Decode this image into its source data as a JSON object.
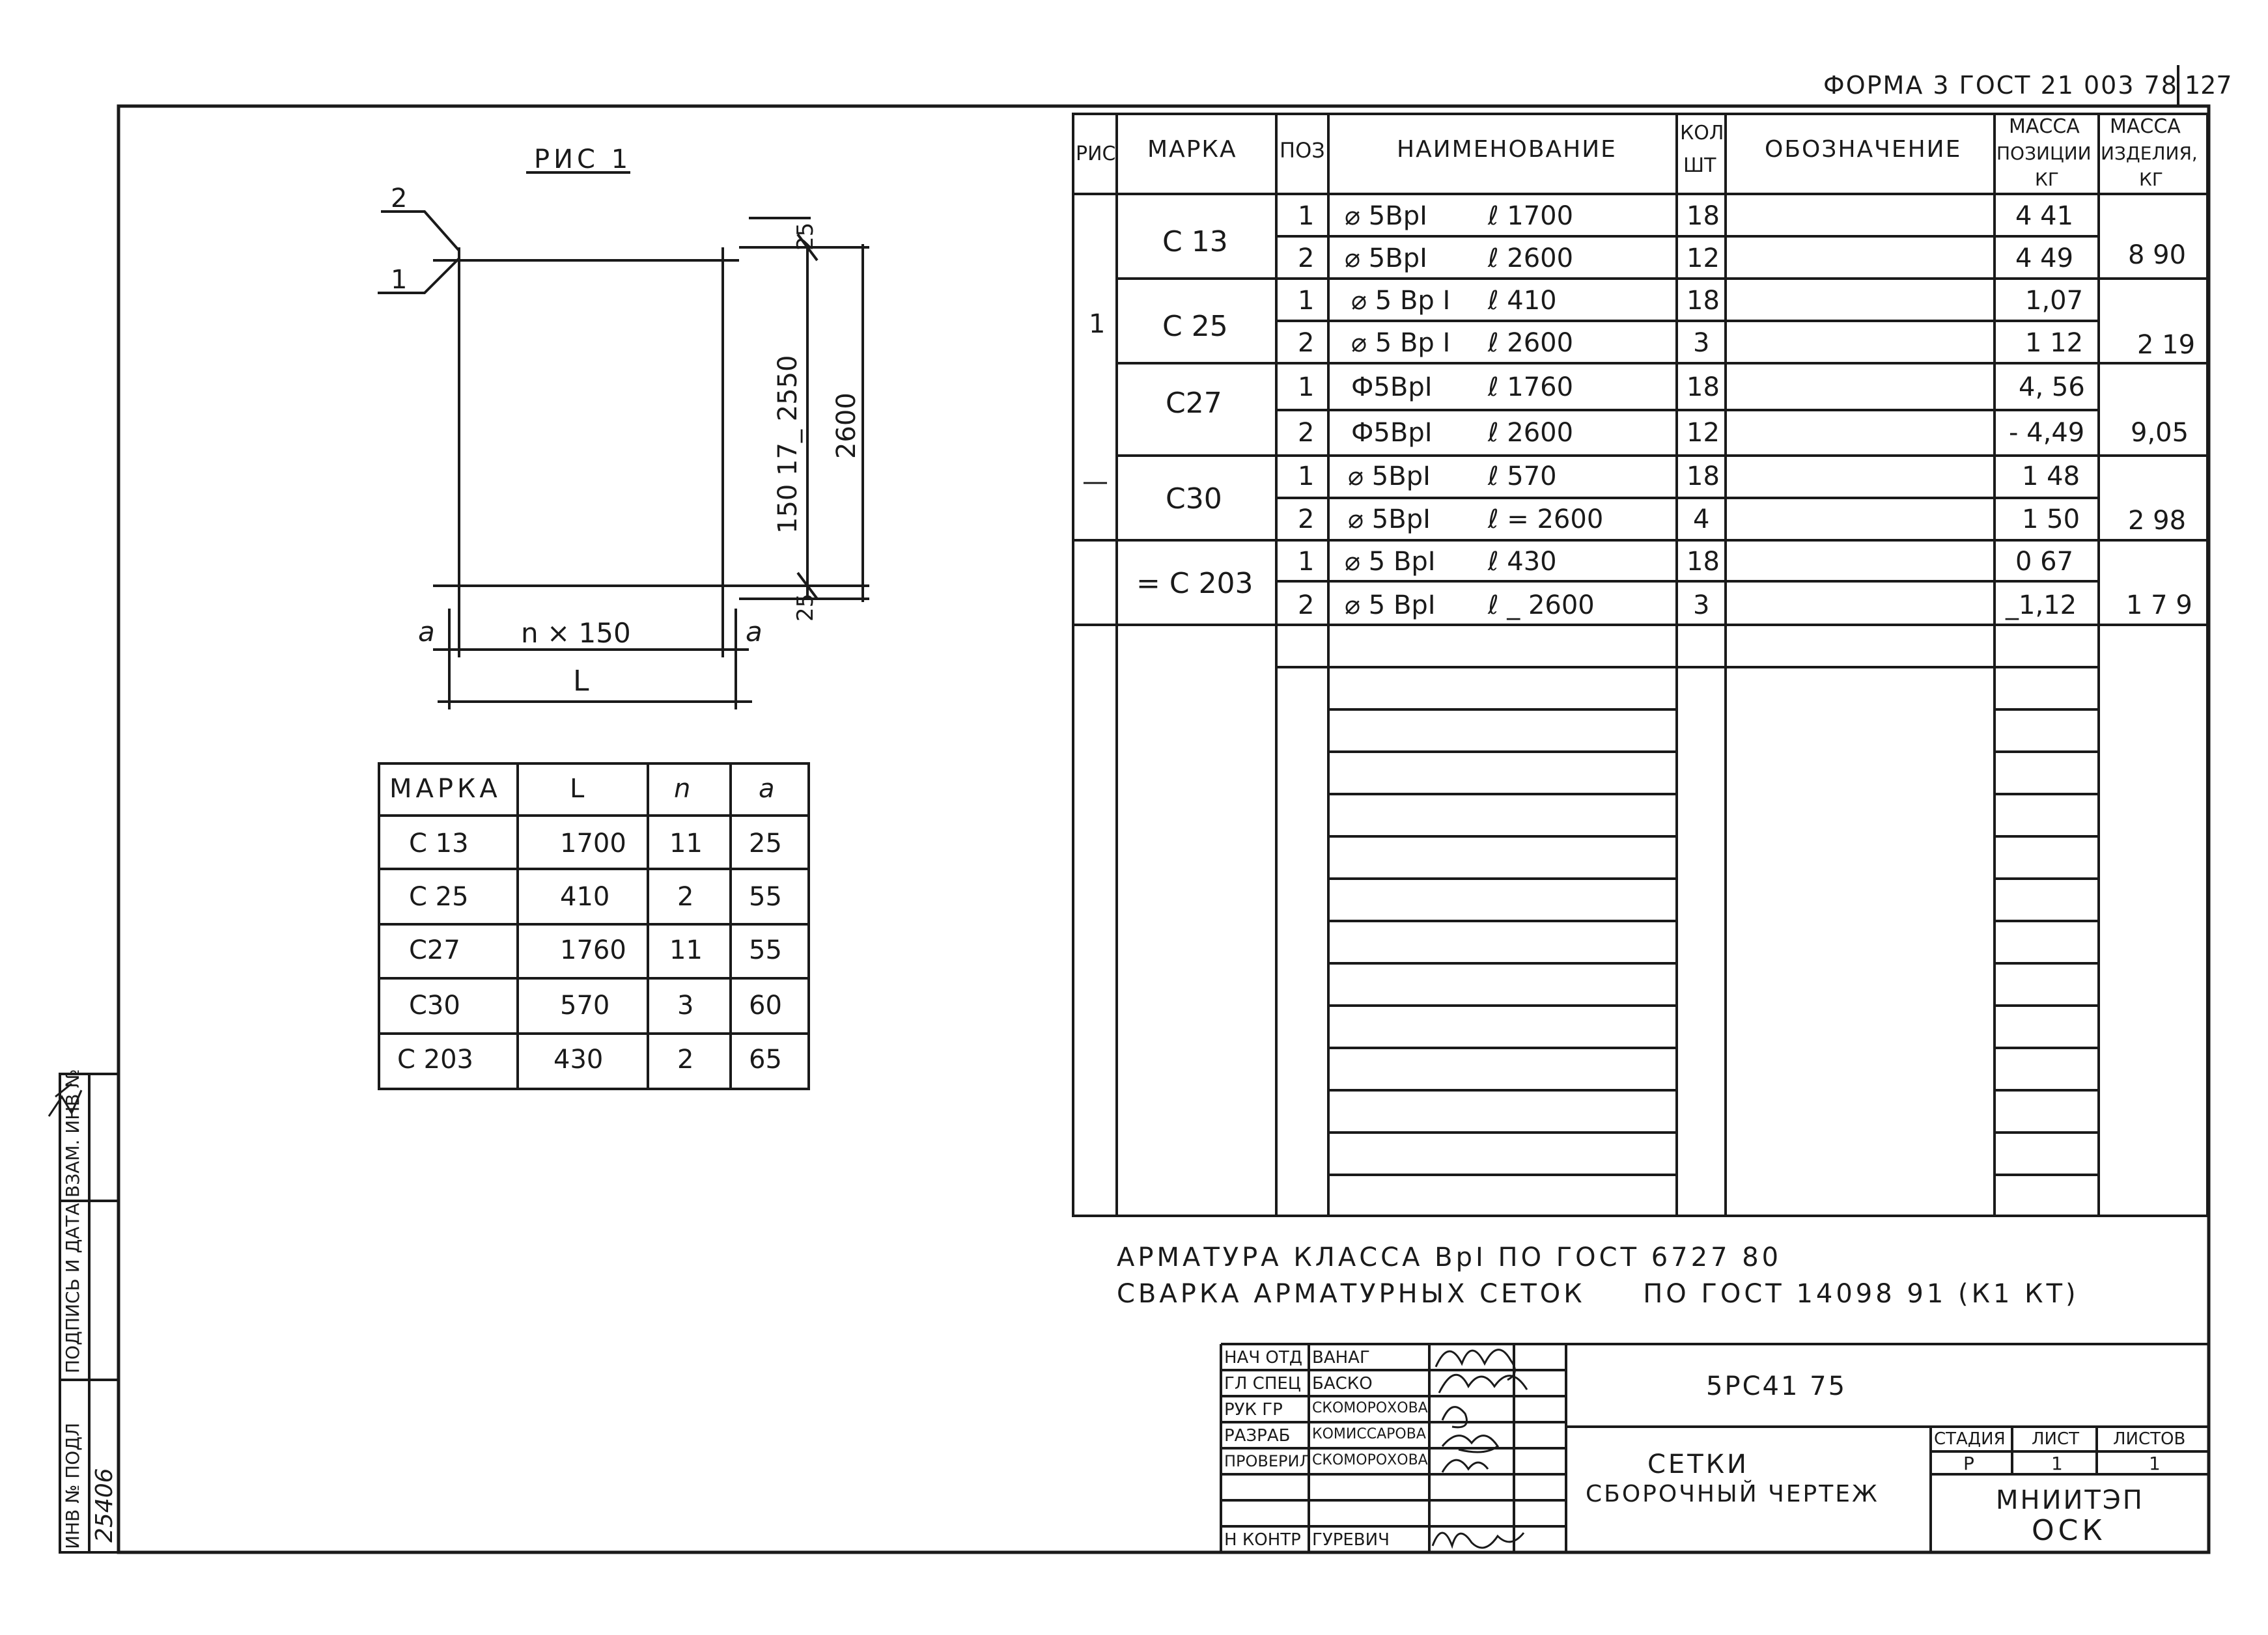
{
  "form_header": "ФОРМА 3 ГОСТ 21 003 78",
  "page_number": "127",
  "figure": {
    "title": "РИС 1",
    "callout_2": "2",
    "callout_1": "1",
    "dim_top": "25",
    "dim_bottom": "25",
    "dim_vertical_inner": "150 17_ 2550",
    "dim_vertical_outer": "2600",
    "dim_a_left": "a",
    "dim_a_right": "a",
    "dim_n150": "n × 150",
    "dim_L": "L"
  },
  "small_table": {
    "headers": [
      "МАРКА",
      "L",
      "n",
      "a"
    ],
    "rows": [
      [
        "С 13",
        "1700",
        "11",
        "25"
      ],
      [
        "С 25",
        "410",
        "2",
        "55"
      ],
      [
        "С27",
        "1760",
        "11",
        "55"
      ],
      [
        "С30",
        "570",
        "3",
        "60"
      ],
      [
        "С 203",
        "430",
        "2",
        "65"
      ]
    ]
  },
  "spec_table": {
    "headers": {
      "ris": "РИС",
      "marka": "МАРКА",
      "poz": "ПОЗ",
      "naim": "НАИМЕНОВАНИЕ",
      "kol_1": "КОЛ",
      "kol_2": "ШТ",
      "oboz": "ОБОЗНАЧЕНИЕ",
      "mpos_1": "МАССА",
      "mpos_2": "ПОЗИЦИИ",
      "mpos_3": "КГ",
      "mizd_1": "МАССА",
      "mizd_2": "ИЗДЕЛИЯ,",
      "mizd_3": "КГ"
    },
    "ris_value": "1",
    "ris_dash": "—",
    "groups": [
      {
        "marka": "С 13",
        "mass_total": "8 90",
        "rows": [
          {
            "poz": "1",
            "dia": "⌀ 5ВрI",
            "len": "ℓ  1700",
            "kol": "18",
            "mass": "4 41"
          },
          {
            "poz": "2",
            "dia": "⌀ 5ВрI",
            "len": "ℓ  2600",
            "kol": "12",
            "mass": "4 49"
          }
        ]
      },
      {
        "marka": "С 25",
        "mass_total": "2 19",
        "rows": [
          {
            "poz": "1",
            "dia": "⌀ 5 Вр I",
            "len": "ℓ  410",
            "kol": "18",
            "mass": "1,07"
          },
          {
            "poz": "2",
            "dia": "⌀ 5 Вр I",
            "len": "ℓ  2600",
            "kol": "3",
            "mass": "1 12"
          }
        ]
      },
      {
        "marka": "С27",
        "mass_total": "9,05",
        "rows": [
          {
            "poz": "1",
            "dia": "Ф5ВрI",
            "len": "ℓ  1760",
            "kol": "18",
            "mass": "4, 56"
          },
          {
            "poz": "2",
            "dia": "Ф5ВрI",
            "len": "ℓ  2600",
            "kol": "12",
            "mass": "- 4,49"
          }
        ]
      },
      {
        "marka": "С30",
        "mass_total": "2 98",
        "rows": [
          {
            "poz": "1",
            "dia": "⌀ 5ВрI",
            "len": "ℓ  570",
            "kol": "18",
            "mass": "1 48"
          },
          {
            "poz": "2",
            "dia": "⌀ 5ВрI",
            "len": "ℓ = 2600",
            "kol": "4",
            "mass": "1 50"
          }
        ]
      },
      {
        "marka": "= С 203",
        "mass_total": "1 7 9",
        "rows": [
          {
            "poz": "1",
            "dia": "⌀ 5 ВрI",
            "len": "ℓ  430",
            "kol": "18",
            "mass": "0 67"
          },
          {
            "poz": "2",
            "dia": "⌀ 5 ВрI",
            "len": "ℓ _ 2600",
            "kol": "3",
            "mass": "_1,12"
          }
        ]
      }
    ]
  },
  "notes": [
    "АРМАТУРА КЛАССА ВрI ПО ГОСТ 6727 80",
    "СВАРКА АРМАТУРНЫХ СЕТОК     ПО ГОСТ 14098 91 (К1 КТ)"
  ],
  "title_block": {
    "roles": [
      "НАЧ ОТД",
      "ГЛ СПЕЦ",
      "РУК ГР",
      "РАЗРАБ",
      "ПРОВЕРИЛ",
      "",
      "",
      "Н КОНТР"
    ],
    "names": [
      "ВАНАГ",
      "БАСКО",
      "СКОМОРОХОВА",
      "КОМИССАРОВА",
      "СКОМОРОХОВА",
      "",
      "",
      "ГУРЕВИЧ"
    ],
    "code": "5РС41 75",
    "title_1": "СЕТКИ",
    "title_2": "СБОРОЧНЫЙ ЧЕРТЕЖ",
    "stadia_label": "СТАДИЯ",
    "list_label": "ЛИСТ",
    "listov_label": "ЛИСТОВ",
    "stadia": "Р",
    "list": "1",
    "listov": "1",
    "org_1": "МНИИТЭП",
    "org_2": "ОСК"
  },
  "side_stamp": {
    "inv_podl": "ИНВ № ПОДЛ",
    "podpis": "ПОДПИСЬ И ДАТА",
    "vzam": "ВЗАМ. ИНВ №",
    "inv_value": "25406"
  }
}
